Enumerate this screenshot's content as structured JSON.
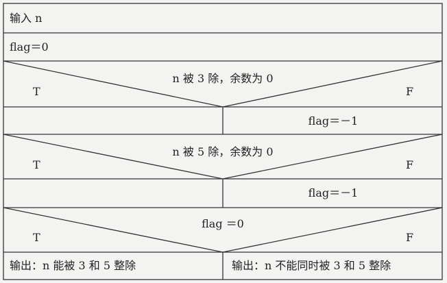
{
  "steps": {
    "input": "输入 n",
    "init": "flag＝0",
    "cond1": "n 被 3 除，余数为 0",
    "cond1_true": "T",
    "cond1_false": "F",
    "assign1": "flag＝－1",
    "cond2": "n 被 5 除，余数为 0",
    "cond2_true": "T",
    "cond2_false": "F",
    "assign2": "flag＝－1",
    "cond3": "flag ＝0",
    "cond3_true": "T",
    "cond3_false": "F",
    "output_true": "输出：n 能被 3 和 5 整除",
    "output_false": "输出：n 不能同时被 3 和 5 整除"
  }
}
